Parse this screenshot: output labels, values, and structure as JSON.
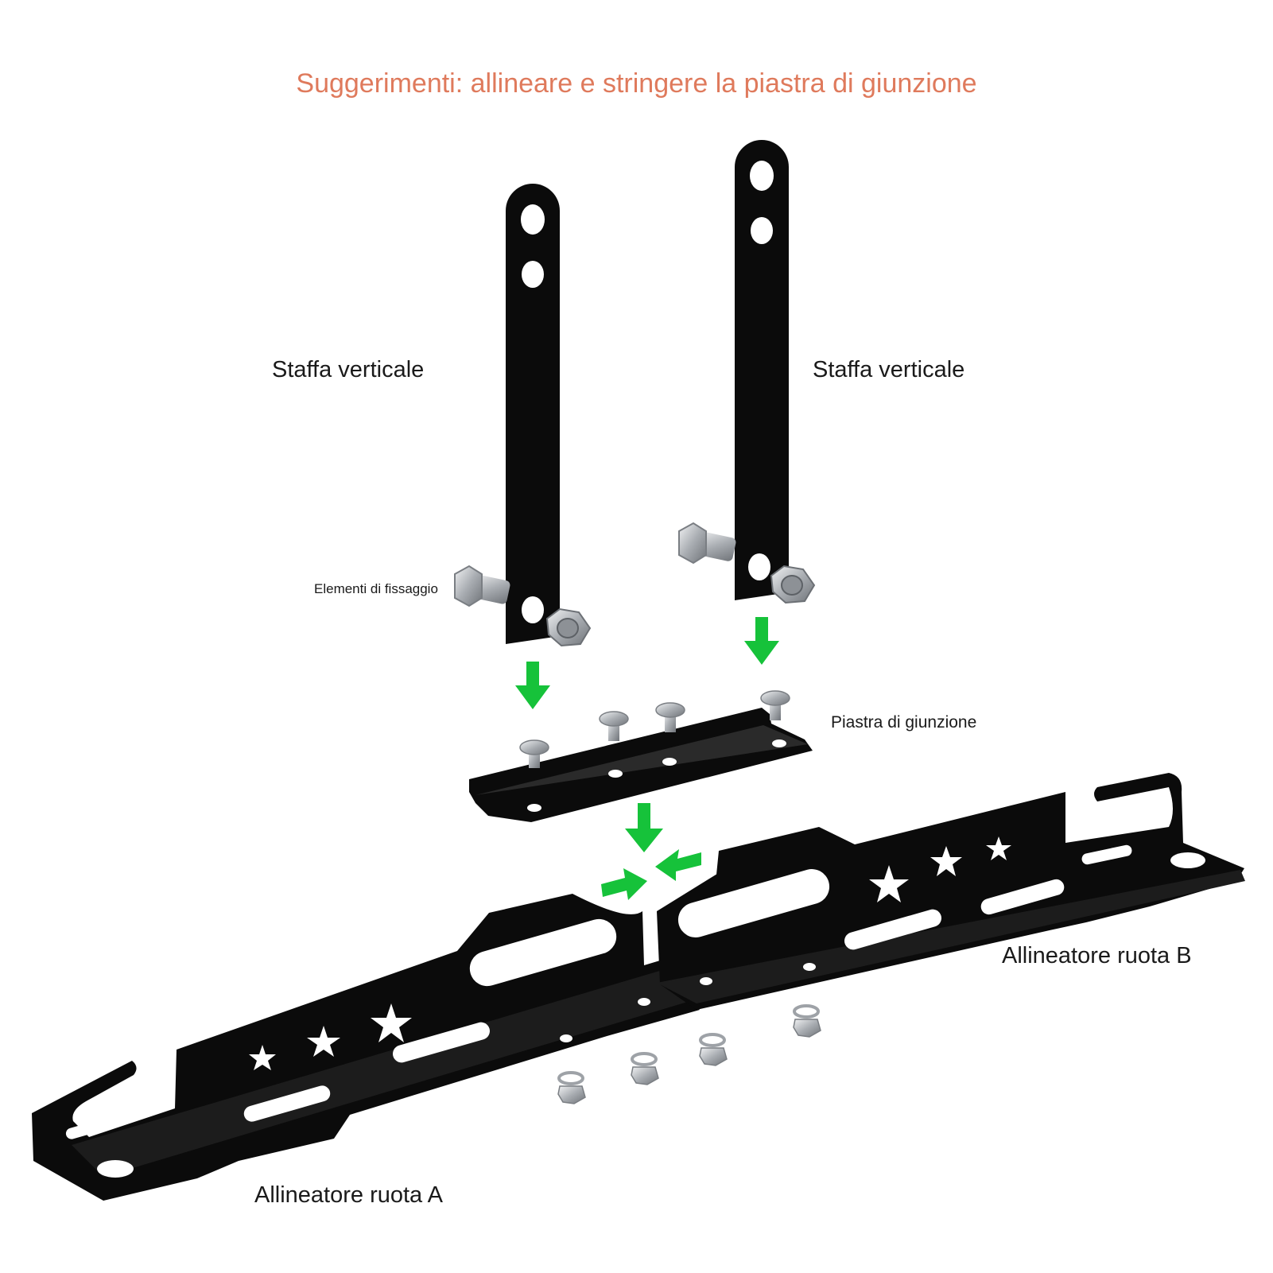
{
  "title": "Suggerimenti: allineare e stringere la piastra di giunzione",
  "labels": {
    "vertical_bracket_left": "Staffa verticale",
    "vertical_bracket_right": "Staffa verticale",
    "fasteners": "Elementi di fissaggio",
    "junction_plate": "Piastra di giunzione",
    "wheel_aligner_a": "Allineatore ruota A",
    "wheel_aligner_b": "Allineatore ruota B"
  },
  "colors": {
    "title": "#df7a5c",
    "metal": "#0b0b0b",
    "arrow": "#16c23a",
    "hardware": "#b9bcc0",
    "text": "#1a1a1a"
  }
}
